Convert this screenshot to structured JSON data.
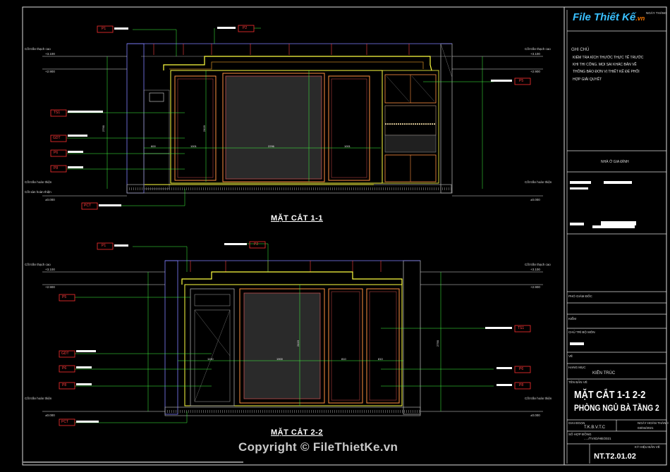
{
  "sections": [
    {
      "title": "MẶT CẮT 1-1"
    },
    {
      "title": "MẶT CẮT 2-2"
    }
  ],
  "section1_tags": {
    "p1": "P1",
    "p2": "P2",
    "p5": "P5",
    "ts1": "TS1",
    "gdt": "GDT",
    "p6": "P6",
    "p8": "P8",
    "pct": "PCT"
  },
  "section2_tags": {
    "p1": "P1",
    "p2": "P2",
    "p5": "P5",
    "ts1": "TS1",
    "gdt": "GDT",
    "p6": "P6",
    "p8": "P8",
    "pct": "PCT",
    "p6r": "P6",
    "p8r": "P8"
  },
  "levels": {
    "ceiling_high": "Cốt trần thạch cao",
    "ceiling_low": "Cốt trần hoàn thiện",
    "floor": "Cốt sàn hoàn thiện",
    "v_top": "+3.100",
    "v_mid": "+2.900",
    "v_floor": "±0.000"
  },
  "dims": {
    "s1_width_main": "2296",
    "s1_width_left": "1001",
    "s1_width_right": "1001",
    "s1_left_sm": "600",
    "s1_height": "2419",
    "s1_total_h": "2790",
    "s2_width_main": "1900",
    "s2_door": "1130",
    "s2_w_a": "810",
    "s2_w_b": "810",
    "s2_height": "2419",
    "s2_total_h": "2790"
  },
  "copyright": "Copyright © FileThietKe.vn",
  "title_block": {
    "logo": "File Thiết Kế",
    "logo_suffix": ".vn",
    "stamp": "NGÀY THÁNG",
    "notes_heading": "GHI CHÚ",
    "notes": [
      "KIỂM TRA KÍCH THƯỚC THỰC TẾ TRƯỚC",
      "KHI THI CÔNG. MỌI SAI KHÁC BẢN VẼ",
      "THÔNG BÁO ĐƠN VỊ THIẾT KẾ ĐỂ PHỐI",
      "HỢP GIẢI QUYẾT"
    ],
    "project": "NHÀ Ở GIA ĐÌNH",
    "director": "PHÓ GIÁM ĐỐC",
    "check": "KIỂM",
    "chairman": "CHỦ TRÌ BỘ MÔN",
    "drawn": "VẼ",
    "category_label": "HẠNG MỤC",
    "category": "KIẾN TRÚC",
    "drawing_name_label": "TÊN BẢN VẼ",
    "drawing_title_1": "MẶT CẮT 1-1 2-2",
    "drawing_title_2": "PHÒNG NGỦ BÀ TẦNG 2",
    "stage_label": "GIAI ĐOẠN",
    "stage": "T.K.B.V.T.C",
    "date_label": "NGÀY HOÀN THÀNH",
    "date": "03/04/2021",
    "contract_label": "SỐ HỢP ĐỒNG",
    "contract": "...../TVXD/HĐ/2021",
    "sheet_label": "KÝ HIỆU BẢN VẼ",
    "sheet_code": "NT.T2.01.02"
  }
}
